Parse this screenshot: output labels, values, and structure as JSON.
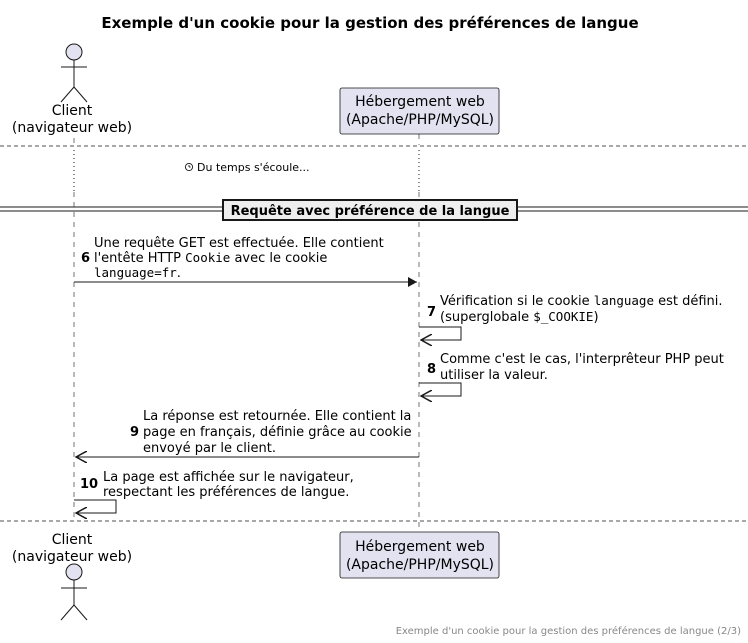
{
  "title": "Exemple d'un cookie pour la gestion des préférences de langue",
  "participants": {
    "client": {
      "line1": "Client",
      "line2": "(navigateur web)"
    },
    "server": {
      "line1": "Hébergement web",
      "line2": "(Apache/PHP/MySQL)"
    }
  },
  "delay_text": "Du temps s'écoule...",
  "delay_icon": "clock-icon",
  "group_label": "Requête avec préférence de la langue",
  "messages": {
    "m6": {
      "number": "6",
      "line1": "Une requête GET est effectuée. Elle contient",
      "line2_a": "l'entête HTTP ",
      "line2_code": "Cookie",
      "line2_b": " avec le cookie",
      "line3_code": "language=fr",
      "line3_b": "."
    },
    "m7": {
      "number": "7",
      "line1_a": "Vérification si le cookie ",
      "line1_code": "language",
      "line1_b": " est défini.",
      "line2_a": "(superglobale ",
      "line2_code": "$_COOKIE",
      "line2_b": ")"
    },
    "m8": {
      "number": "8",
      "line1": "Comme c'est le cas, l'interprêteur PHP peut",
      "line2": "utiliser la valeur."
    },
    "m9": {
      "number": "9",
      "line1": "La réponse est retournée. Elle contient la",
      "line2": "page en français, définie grâce au cookie",
      "line3": "envoyé par le client."
    },
    "m10": {
      "number": "10",
      "line1": "La page est affichée sur le navigateur,",
      "line2": "respectant les préférences de langue."
    }
  },
  "footer": "Exemple d'un cookie pour la gestion des préférences de langue (2/3)",
  "colors": {
    "participant_fill": "#E2E2F0",
    "participant_border": "#181818",
    "group_fill": "#EEEEEE",
    "footer": "#888888"
  }
}
